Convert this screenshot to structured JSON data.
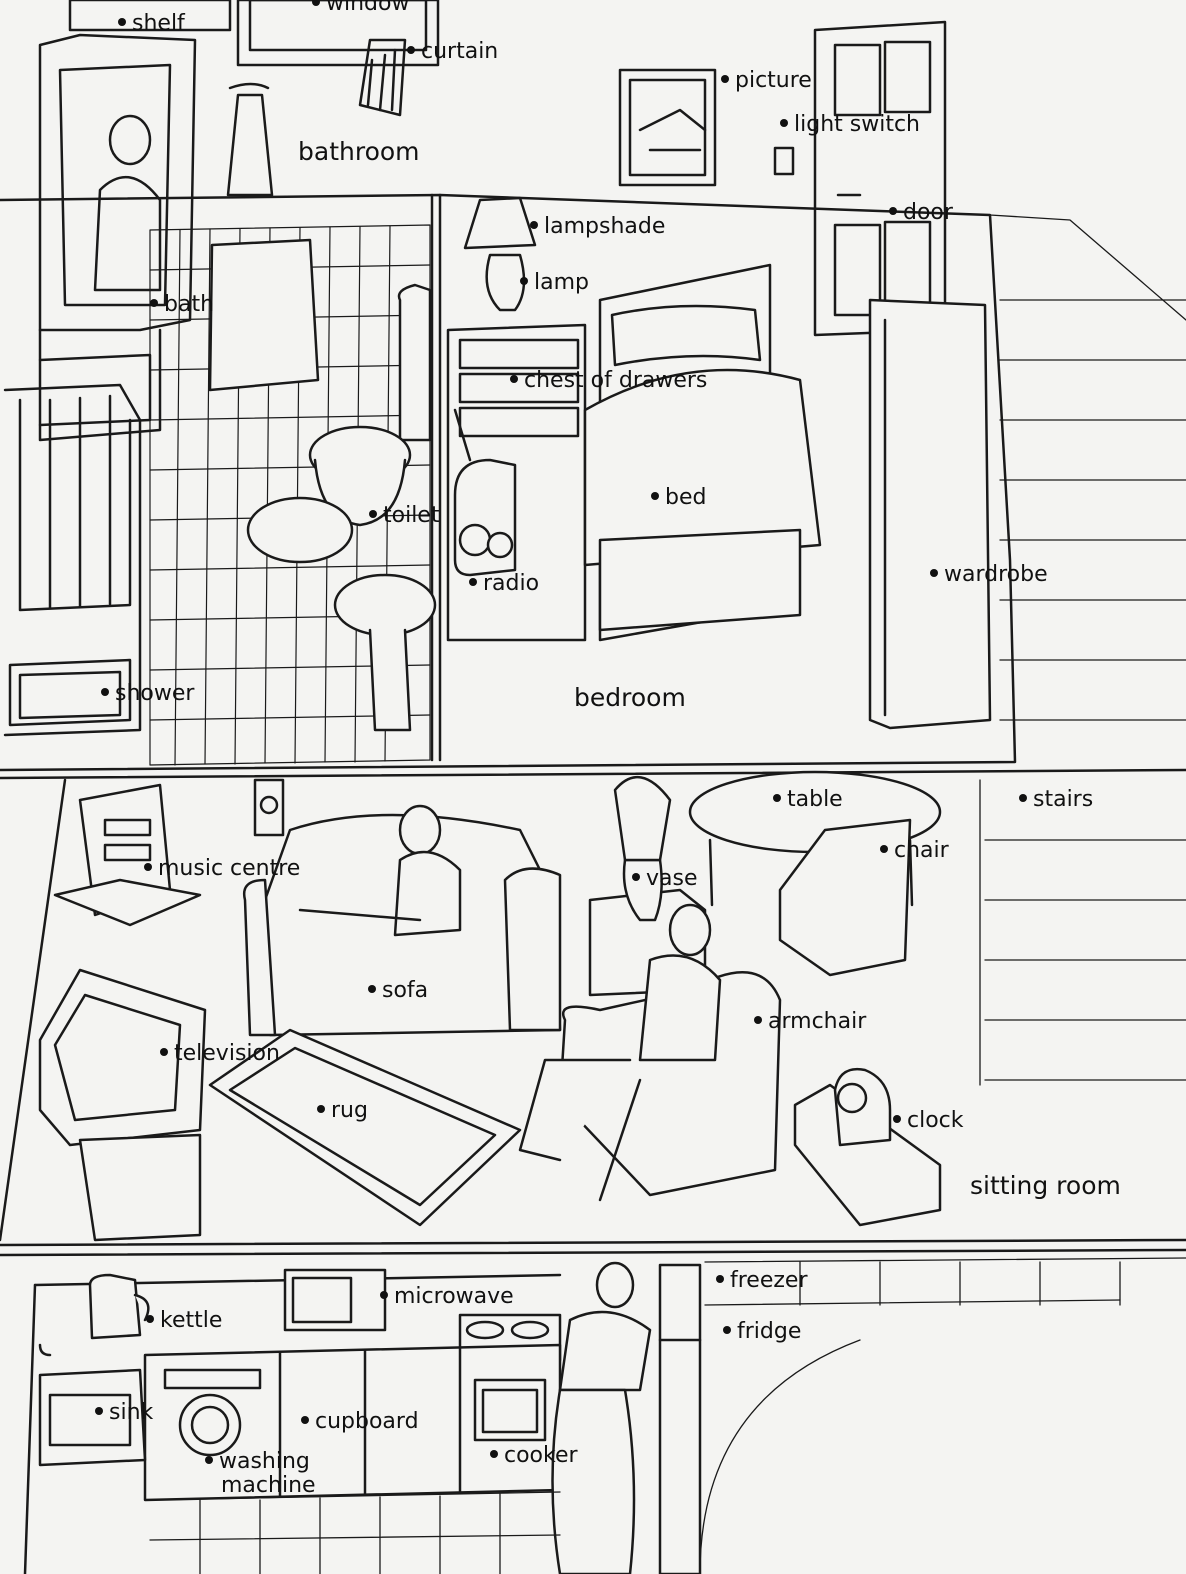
{
  "rooms": {
    "bathroom": "bathroom",
    "bedroom": "bedroom",
    "sitting_room": "sitting room"
  },
  "labels": {
    "shelf": "shelf",
    "window": "window",
    "curtain": "curtain",
    "picture": "picture",
    "light_switch": "light switch",
    "lampshade": "lampshade",
    "door": "door",
    "lamp": "lamp",
    "bath": "bath",
    "chest_of_drawers": "chest of drawers",
    "bed": "bed",
    "toilet": "toilet",
    "radio": "radio",
    "wardrobe": "wardrobe",
    "shower": "shower",
    "stairs": "stairs",
    "table": "table",
    "chair": "chair",
    "music_centre": "music centre",
    "vase": "vase",
    "sofa": "sofa",
    "armchair": "armchair",
    "television": "television",
    "rug": "rug",
    "clock": "clock",
    "freezer": "freezer",
    "microwave": "microwave",
    "kettle": "kettle",
    "fridge": "fridge",
    "sink": "sink",
    "cupboard": "cupboard",
    "washing_machine_1": "washing",
    "washing_machine_2": "machine",
    "cooker": "cooker"
  }
}
